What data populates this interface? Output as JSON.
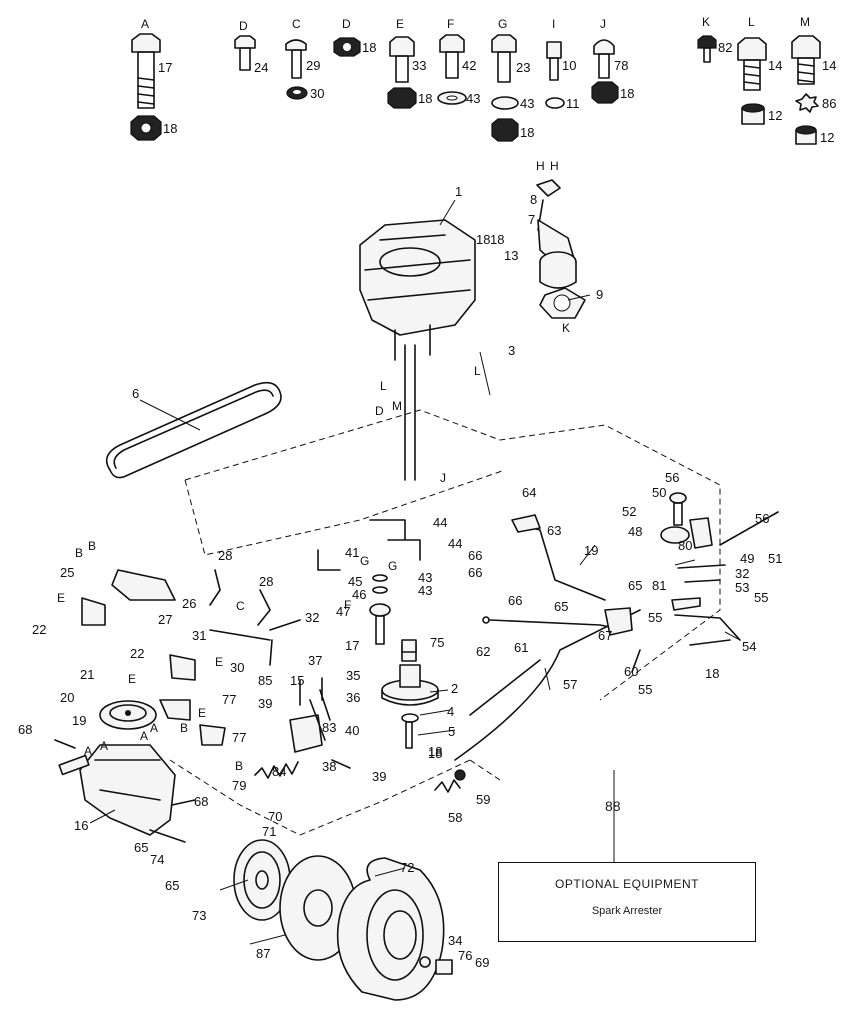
{
  "hardware_row": [
    {
      "letter": "A",
      "parts": [
        "17",
        "18"
      ]
    },
    {
      "letter": "D",
      "parts": [
        "24"
      ]
    },
    {
      "letter": "C",
      "parts": [
        "29",
        "30"
      ]
    },
    {
      "letter": "D",
      "parts": [
        "18"
      ]
    },
    {
      "letter": "E",
      "parts": [
        "33",
        "18"
      ]
    },
    {
      "letter": "F",
      "parts": [
        "42",
        "43"
      ]
    },
    {
      "letter": "G",
      "parts": [
        "23",
        "43",
        "18"
      ]
    },
    {
      "letter": "I",
      "parts": [
        "10",
        "11"
      ]
    },
    {
      "letter": "J",
      "parts": [
        "78",
        "18"
      ]
    },
    {
      "letter": "K",
      "parts": [
        "82"
      ]
    },
    {
      "letter": "L",
      "parts": [
        "14",
        "12"
      ]
    },
    {
      "letter": "M",
      "parts": [
        "14",
        "86",
        "12"
      ]
    }
  ],
  "callouts": [
    {
      "id": "c1",
      "text": "1"
    },
    {
      "id": "c2",
      "text": "2"
    },
    {
      "id": "c3",
      "text": "3"
    },
    {
      "id": "c4",
      "text": "4"
    },
    {
      "id": "c5",
      "text": "5"
    },
    {
      "id": "c6",
      "text": "6"
    },
    {
      "id": "c7",
      "text": "7"
    },
    {
      "id": "c8",
      "text": "8"
    },
    {
      "id": "c9",
      "text": "9"
    },
    {
      "id": "c13",
      "text": "13"
    },
    {
      "id": "c15",
      "text": "15"
    },
    {
      "id": "c16",
      "text": "16"
    },
    {
      "id": "c17",
      "text": "17"
    },
    {
      "id": "c18a",
      "text": "18"
    },
    {
      "id": "c18b",
      "text": "18"
    },
    {
      "id": "c18c",
      "text": "18"
    },
    {
      "id": "c19a",
      "text": "19"
    },
    {
      "id": "c19b",
      "text": "19"
    },
    {
      "id": "c20",
      "text": "20"
    },
    {
      "id": "c21",
      "text": "21"
    },
    {
      "id": "c22a",
      "text": "22"
    },
    {
      "id": "c22b",
      "text": "22"
    },
    {
      "id": "c25",
      "text": "25"
    },
    {
      "id": "c26",
      "text": "26"
    },
    {
      "id": "c27",
      "text": "27"
    },
    {
      "id": "c28a",
      "text": "28"
    },
    {
      "id": "c28b",
      "text": "28"
    },
    {
      "id": "c30",
      "text": "30"
    },
    {
      "id": "c31",
      "text": "31"
    },
    {
      "id": "c32a",
      "text": "32"
    },
    {
      "id": "c32b",
      "text": "32"
    },
    {
      "id": "c34",
      "text": "34"
    },
    {
      "id": "c35",
      "text": "35"
    },
    {
      "id": "c36",
      "text": "36"
    },
    {
      "id": "c37",
      "text": "37"
    },
    {
      "id": "c38",
      "text": "38"
    },
    {
      "id": "c39a",
      "text": "39"
    },
    {
      "id": "c39b",
      "text": "39"
    },
    {
      "id": "c40",
      "text": "40"
    },
    {
      "id": "c41",
      "text": "41"
    },
    {
      "id": "c43a",
      "text": "43"
    },
    {
      "id": "c43b",
      "text": "43"
    },
    {
      "id": "c44a",
      "text": "44"
    },
    {
      "id": "c44b",
      "text": "44"
    },
    {
      "id": "c45",
      "text": "45"
    },
    {
      "id": "c46",
      "text": "46"
    },
    {
      "id": "c47",
      "text": "47"
    },
    {
      "id": "c48",
      "text": "48"
    },
    {
      "id": "c49",
      "text": "49"
    },
    {
      "id": "c50",
      "text": "50"
    },
    {
      "id": "c51",
      "text": "51"
    },
    {
      "id": "c52",
      "text": "52"
    },
    {
      "id": "c53",
      "text": "53"
    },
    {
      "id": "c54",
      "text": "54"
    },
    {
      "id": "c55a",
      "text": "55"
    },
    {
      "id": "c55b",
      "text": "55"
    },
    {
      "id": "c55c",
      "text": "55"
    },
    {
      "id": "c56a",
      "text": "56"
    },
    {
      "id": "c56b",
      "text": "56"
    },
    {
      "id": "c57",
      "text": "57"
    },
    {
      "id": "c58",
      "text": "58"
    },
    {
      "id": "c59",
      "text": "59"
    },
    {
      "id": "c60",
      "text": "60"
    },
    {
      "id": "c61",
      "text": "61"
    },
    {
      "id": "c62",
      "text": "62"
    },
    {
      "id": "c63",
      "text": "63"
    },
    {
      "id": "c64",
      "text": "64"
    },
    {
      "id": "c65a",
      "text": "65"
    },
    {
      "id": "c65b",
      "text": "65"
    },
    {
      "id": "c65c",
      "text": "65"
    },
    {
      "id": "c65d",
      "text": "65"
    },
    {
      "id": "c66a",
      "text": "66"
    },
    {
      "id": "c66b",
      "text": "66"
    },
    {
      "id": "c66c",
      "text": "66"
    },
    {
      "id": "c67",
      "text": "67"
    },
    {
      "id": "c68a",
      "text": "68"
    },
    {
      "id": "c68b",
      "text": "68"
    },
    {
      "id": "c69",
      "text": "69"
    },
    {
      "id": "c70",
      "text": "70"
    },
    {
      "id": "c71",
      "text": "71"
    },
    {
      "id": "c72",
      "text": "72"
    },
    {
      "id": "c73",
      "text": "73"
    },
    {
      "id": "c74",
      "text": "74"
    },
    {
      "id": "c75",
      "text": "75"
    },
    {
      "id": "c76",
      "text": "76"
    },
    {
      "id": "c77a",
      "text": "77"
    },
    {
      "id": "c77b",
      "text": "77"
    },
    {
      "id": "c79",
      "text": "79"
    },
    {
      "id": "c80",
      "text": "80"
    },
    {
      "id": "c81",
      "text": "81"
    },
    {
      "id": "c83",
      "text": "83"
    },
    {
      "id": "c84",
      "text": "84"
    },
    {
      "id": "c85",
      "text": "85"
    },
    {
      "id": "c87",
      "text": "87"
    },
    {
      "id": "c18d",
      "text": "18"
    },
    {
      "id": "c18e",
      "text": "18"
    }
  ],
  "letters": [
    {
      "id": "lH1",
      "text": "H"
    },
    {
      "id": "lH2",
      "text": "H"
    },
    {
      "id": "lK",
      "text": "K"
    },
    {
      "id": "lL1",
      "text": "L"
    },
    {
      "id": "lL2",
      "text": "L"
    },
    {
      "id": "lM",
      "text": "M"
    },
    {
      "id": "lD",
      "text": "D"
    },
    {
      "id": "lJ",
      "text": "J"
    },
    {
      "id": "lB1",
      "text": "B"
    },
    {
      "id": "lB2",
      "text": "B"
    },
    {
      "id": "lB3",
      "text": "B"
    },
    {
      "id": "lB4",
      "text": "B"
    },
    {
      "id": "lC",
      "text": "C"
    },
    {
      "id": "lE1",
      "text": "E"
    },
    {
      "id": "lE2",
      "text": "E"
    },
    {
      "id": "lE3",
      "text": "E"
    },
    {
      "id": "lE4",
      "text": "E"
    },
    {
      "id": "lG1",
      "text": "G"
    },
    {
      "id": "lG2",
      "text": "G"
    },
    {
      "id": "lF",
      "text": "F"
    },
    {
      "id": "lA1",
      "text": "A"
    },
    {
      "id": "lA2",
      "text": "A"
    },
    {
      "id": "lA3",
      "text": "A"
    },
    {
      "id": "lA4",
      "text": "A"
    }
  ],
  "note": {
    "callout": "88",
    "title": "OPTIONAL EQUIPMENT",
    "item": "Spark Arrester"
  }
}
